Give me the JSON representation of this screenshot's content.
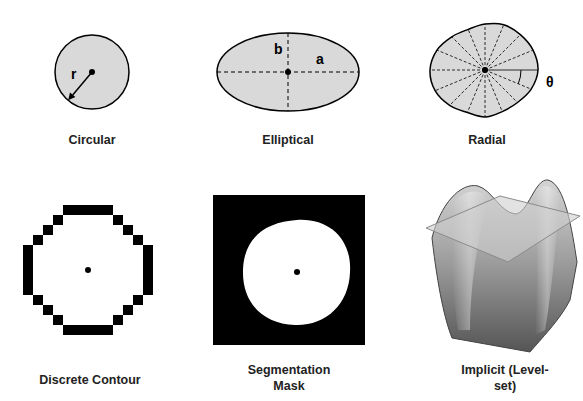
{
  "diagram": {
    "nodes": [
      {
        "text": [
          "r"
        ]
      },
      {
        "text": [
          "b",
          "a"
        ]
      },
      {
        "text": [
          "θ"
        ]
      }
    ],
    "labels": [
      "Circular",
      "Elliptical",
      "Radial",
      "Discrete Contour",
      "Segmentation Mask",
      "Implicit (Level-set)"
    ]
  }
}
